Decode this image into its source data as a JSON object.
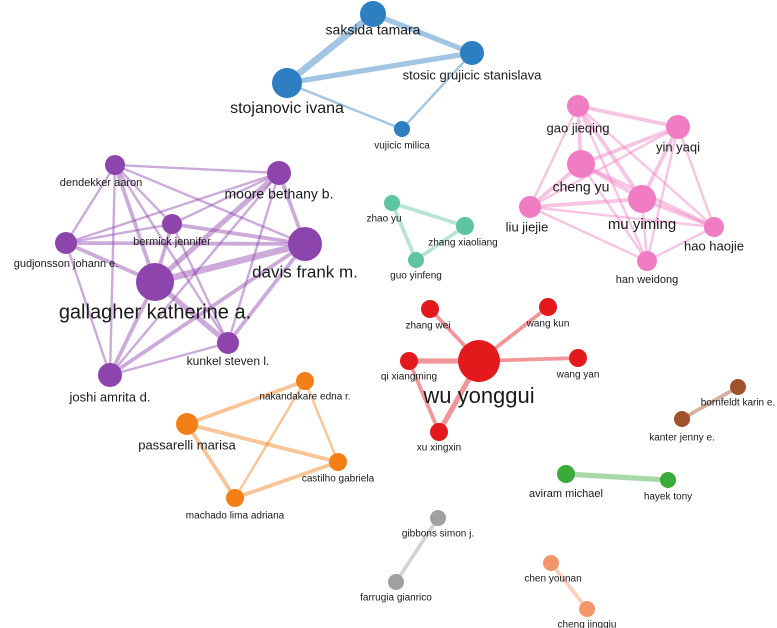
{
  "colors": {
    "blue": "#2e7ec2",
    "pink": "#f07cc4",
    "purple": "#8e44ad",
    "teal": "#5fc4a0",
    "red": "#e3191c",
    "orange": "#f57f17",
    "brown": "#a0522d",
    "green": "#3aaa3a",
    "gray": "#a0a0a0",
    "salmon": "#f5956a"
  },
  "nodes": [
    {
      "id": "saksida",
      "label": "saksida tamara",
      "cluster": "blue"
    },
    {
      "id": "stosic",
      "label": "stosic grujicic stanislava",
      "cluster": "blue"
    },
    {
      "id": "stojanovic",
      "label": "stojanovic ivana",
      "cluster": "blue"
    },
    {
      "id": "vujicic",
      "label": "vujicic milica",
      "cluster": "blue"
    },
    {
      "id": "gao",
      "label": "gao jieqing",
      "cluster": "pink"
    },
    {
      "id": "yinyaqi",
      "label": "yin yaqi",
      "cluster": "pink"
    },
    {
      "id": "chengyu",
      "label": "cheng yu",
      "cluster": "pink"
    },
    {
      "id": "liujiejie",
      "label": "liu jiejie",
      "cluster": "pink"
    },
    {
      "id": "muyiming",
      "label": "mu yiming",
      "cluster": "pink"
    },
    {
      "id": "haohaojie",
      "label": "hao haojie",
      "cluster": "pink"
    },
    {
      "id": "hanweidong",
      "label": "han weidong",
      "cluster": "pink"
    },
    {
      "id": "dendekker",
      "label": "dendekker aaron",
      "cluster": "purple"
    },
    {
      "id": "moore",
      "label": "moore bethany b.",
      "cluster": "purple"
    },
    {
      "id": "bermick",
      "label": "bermick jennifer",
      "cluster": "purple"
    },
    {
      "id": "gudjonsson",
      "label": "gudjonsson johann e.",
      "cluster": "purple"
    },
    {
      "id": "davis",
      "label": "davis frank m.",
      "cluster": "purple"
    },
    {
      "id": "gallagher",
      "label": "gallagher katherine a.",
      "cluster": "purple"
    },
    {
      "id": "kunkel",
      "label": "kunkel steven l.",
      "cluster": "purple"
    },
    {
      "id": "joshi",
      "label": "joshi amrita d.",
      "cluster": "purple"
    },
    {
      "id": "zhaoyu",
      "label": "zhao yu",
      "cluster": "teal"
    },
    {
      "id": "zhangxl",
      "label": "zhang xiaoliang",
      "cluster": "teal"
    },
    {
      "id": "guoyf",
      "label": "guo yinfeng",
      "cluster": "teal"
    },
    {
      "id": "zhangwei",
      "label": "zhang wei",
      "cluster": "red"
    },
    {
      "id": "wangkun",
      "label": "wang kun",
      "cluster": "red"
    },
    {
      "id": "qixm",
      "label": "qi xiangming",
      "cluster": "red"
    },
    {
      "id": "wuyg",
      "label": "wu yonggui",
      "cluster": "red"
    },
    {
      "id": "wangyan",
      "label": "wang yan",
      "cluster": "red"
    },
    {
      "id": "xuxx",
      "label": "xu xingxin",
      "cluster": "red"
    },
    {
      "id": "nakandakare",
      "label": "nakandakare edna r.",
      "cluster": "orange"
    },
    {
      "id": "passarelli",
      "label": "passarelli marisa",
      "cluster": "orange"
    },
    {
      "id": "castilho",
      "label": "castilho gabriela",
      "cluster": "orange"
    },
    {
      "id": "machado",
      "label": "machado lima adriana",
      "cluster": "orange"
    },
    {
      "id": "bornfeldt",
      "label": "bornfeldt karin e.",
      "cluster": "brown"
    },
    {
      "id": "kanter",
      "label": "kanter jenny e.",
      "cluster": "brown"
    },
    {
      "id": "aviram",
      "label": "aviram michael",
      "cluster": "green"
    },
    {
      "id": "hayek",
      "label": "hayek tony",
      "cluster": "green"
    },
    {
      "id": "gibbons",
      "label": "gibbons simon j.",
      "cluster": "gray"
    },
    {
      "id": "farrugia",
      "label": "farrugia gianrico",
      "cluster": "gray"
    },
    {
      "id": "chenyounan",
      "label": "chen younan",
      "cluster": "salmon"
    },
    {
      "id": "chengjq",
      "label": "cheng jingqiu",
      "cluster": "salmon"
    }
  ],
  "edges": [
    {
      "source": "saksida",
      "target": "stojanovic",
      "weight": 4
    },
    {
      "source": "saksida",
      "target": "stosic",
      "weight": 3
    },
    {
      "source": "stojanovic",
      "target": "stosic",
      "weight": 3
    },
    {
      "source": "stojanovic",
      "target": "vujicic",
      "weight": 1
    },
    {
      "source": "stosic",
      "target": "vujicic",
      "weight": 1
    },
    {
      "source": "gao",
      "target": "yinyaqi",
      "weight": 2
    },
    {
      "source": "gao",
      "target": "chengyu",
      "weight": 2
    },
    {
      "source": "gao",
      "target": "liujiejie",
      "weight": 1
    },
    {
      "source": "gao",
      "target": "muyiming",
      "weight": 2
    },
    {
      "source": "gao",
      "target": "haohaojie",
      "weight": 1
    },
    {
      "source": "gao",
      "target": "hanweidong",
      "weight": 1
    },
    {
      "source": "yinyaqi",
      "target": "chengyu",
      "weight": 2
    },
    {
      "source": "yinyaqi",
      "target": "liujiejie",
      "weight": 1
    },
    {
      "source": "yinyaqi",
      "target": "muyiming",
      "weight": 2
    },
    {
      "source": "yinyaqi",
      "target": "haohaojie",
      "weight": 1
    },
    {
      "source": "yinyaqi",
      "target": "hanweidong",
      "weight": 1
    },
    {
      "source": "chengyu",
      "target": "liujiejie",
      "weight": 2
    },
    {
      "source": "chengyu",
      "target": "muyiming",
      "weight": 2
    },
    {
      "source": "chengyu",
      "target": "haohaojie",
      "weight": 2
    },
    {
      "source": "chengyu",
      "target": "hanweidong",
      "weight": 1
    },
    {
      "source": "liujiejie",
      "target": "muyiming",
      "weight": 2
    },
    {
      "source": "liujiejie",
      "target": "haohaojie",
      "weight": 1
    },
    {
      "source": "liujiejie",
      "target": "hanweidong",
      "weight": 1
    },
    {
      "source": "muyiming",
      "target": "haohaojie",
      "weight": 2
    },
    {
      "source": "muyiming",
      "target": "hanweidong",
      "weight": 1
    },
    {
      "source": "haohaojie",
      "target": "hanweidong",
      "weight": 1
    },
    {
      "source": "dendekker",
      "target": "moore",
      "weight": 1
    },
    {
      "source": "dendekker",
      "target": "bermick",
      "weight": 1
    },
    {
      "source": "dendekker",
      "target": "gudjonsson",
      "weight": 1
    },
    {
      "source": "dendekker",
      "target": "davis",
      "weight": 1
    },
    {
      "source": "dendekker",
      "target": "gallagher",
      "weight": 2
    },
    {
      "source": "dendekker",
      "target": "kunkel",
      "weight": 1
    },
    {
      "source": "dendekker",
      "target": "joshi",
      "weight": 1
    },
    {
      "source": "moore",
      "target": "bermick",
      "weight": 1
    },
    {
      "source": "moore",
      "target": "gudjonsson",
      "weight": 1
    },
    {
      "source": "moore",
      "target": "davis",
      "weight": 2
    },
    {
      "source": "moore",
      "target": "gallagher",
      "weight": 3
    },
    {
      "source": "moore",
      "target": "kunkel",
      "weight": 1
    },
    {
      "source": "moore",
      "target": "joshi",
      "weight": 1
    },
    {
      "source": "bermick",
      "target": "gudjonsson",
      "weight": 1
    },
    {
      "source": "bermick",
      "target": "davis",
      "weight": 2
    },
    {
      "source": "bermick",
      "target": "gallagher",
      "weight": 2
    },
    {
      "source": "bermick",
      "target": "kunkel",
      "weight": 1
    },
    {
      "source": "gudjonsson",
      "target": "davis",
      "weight": 2
    },
    {
      "source": "gudjonsson",
      "target": "gallagher",
      "weight": 2
    },
    {
      "source": "gudjonsson",
      "target": "joshi",
      "weight": 1
    },
    {
      "source": "davis",
      "target": "gallagher",
      "weight": 4
    },
    {
      "source": "davis",
      "target": "kunkel",
      "weight": 2
    },
    {
      "source": "davis",
      "target": "joshi",
      "weight": 2
    },
    {
      "source": "gallagher",
      "target": "kunkel",
      "weight": 3
    },
    {
      "source": "gallagher",
      "target": "joshi",
      "weight": 2
    },
    {
      "source": "kunkel",
      "target": "joshi",
      "weight": 1
    },
    {
      "source": "zhaoyu",
      "target": "zhangxl",
      "weight": 2
    },
    {
      "source": "zhaoyu",
      "target": "guoyf",
      "weight": 2
    },
    {
      "source": "zhangxl",
      "target": "guoyf",
      "weight": 2
    },
    {
      "source": "wuyg",
      "target": "zhangwei",
      "weight": 2
    },
    {
      "source": "wuyg",
      "target": "wangkun",
      "weight": 2
    },
    {
      "source": "wuyg",
      "target": "qixm",
      "weight": 3
    },
    {
      "source": "wuyg",
      "target": "wangyan",
      "weight": 2
    },
    {
      "source": "wuyg",
      "target": "xuxx",
      "weight": 3
    },
    {
      "source": "qixm",
      "target": "xuxx",
      "weight": 2
    },
    {
      "source": "passarelli",
      "target": "nakandakare",
      "weight": 2
    },
    {
      "source": "passarelli",
      "target": "castilho",
      "weight": 2
    },
    {
      "source": "passarelli",
      "target": "machado",
      "weight": 2
    },
    {
      "source": "nakandakare",
      "target": "castilho",
      "weight": 1
    },
    {
      "source": "nakandakare",
      "target": "machado",
      "weight": 1
    },
    {
      "source": "castilho",
      "target": "machado",
      "weight": 2
    },
    {
      "source": "bornfeldt",
      "target": "kanter",
      "weight": 2
    },
    {
      "source": "aviram",
      "target": "hayek",
      "weight": 3
    },
    {
      "source": "gibbons",
      "target": "farrugia",
      "weight": 2
    },
    {
      "source": "chenyounan",
      "target": "chengjq",
      "weight": 2
    }
  ]
}
